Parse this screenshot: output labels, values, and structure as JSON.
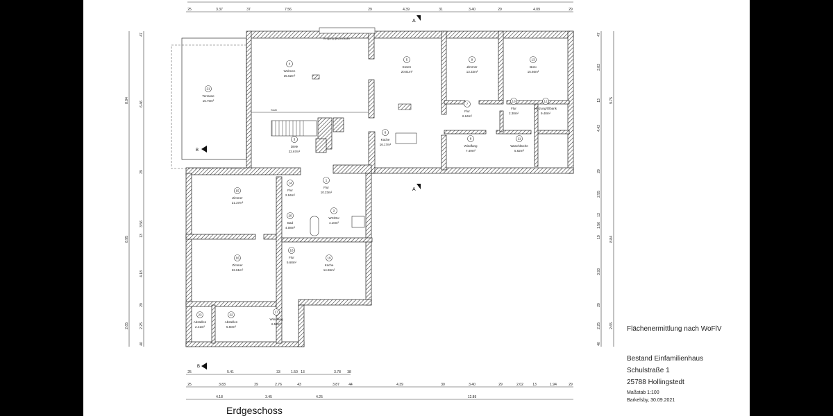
{
  "plan": {
    "floor_title": "Erdgeschoss",
    "entrance_note": "Eingang geschlossen",
    "step_label": "Stufe",
    "section_a": "A",
    "section_b": "B",
    "rooms": [
      {
        "no": "21",
        "name": "Terrasse",
        "area": "15.70m²"
      },
      {
        "no": "4",
        "name": "Wohnen",
        "area": "35.62m²"
      },
      {
        "no": "5",
        "name": "Essen",
        "area": "20.81m²"
      },
      {
        "no": "9",
        "name": "Zimmer",
        "area": "13.33m²"
      },
      {
        "no": "13",
        "name": "Büro",
        "area": "15.66m²"
      },
      {
        "no": "3",
        "name": "Diele",
        "area": "22.67m²"
      },
      {
        "no": "6",
        "name": "Küche",
        "area": "16.17m²"
      },
      {
        "no": "7",
        "name": "Flur",
        "area": "6.64m²"
      },
      {
        "no": "10",
        "name": "Flur",
        "area": "2.38m²"
      },
      {
        "no": "12",
        "name": "Heizung/Ölbank",
        "area": "9.48m²"
      },
      {
        "no": "8",
        "name": "Windfang",
        "area": "7.49m²"
      },
      {
        "no": "11",
        "name": "Waschküche",
        "area": "5.62m²"
      },
      {
        "no": "15",
        "name": "Zimmer",
        "area": "21.37m²"
      },
      {
        "no": "14",
        "name": "Flur",
        "area": "2.94m²"
      },
      {
        "no": "1",
        "name": "Flur",
        "area": "10.23m²"
      },
      {
        "no": "20",
        "name": "Bad",
        "area": "4.08m²"
      },
      {
        "no": "2",
        "name": "WC/DU",
        "area": "4.10m²"
      },
      {
        "no": "16",
        "name": "Zimmer",
        "area": "22.61m²"
      },
      {
        "no": "18",
        "name": "Flur",
        "area": "5.68m²"
      },
      {
        "no": "19",
        "name": "Küche",
        "area": "14.86m²"
      },
      {
        "no": "23",
        "name": "Abstellen",
        "area": "2.41m²"
      },
      {
        "no": "22",
        "name": "Abstellen",
        "area": "5.60m²"
      },
      {
        "no": "17",
        "name": "Windfang",
        "area": "6.56m²"
      }
    ]
  },
  "dimensions": {
    "top": [
      "25",
      "3.37",
      "37",
      "7.56",
      "29",
      "4.39",
      "31",
      "3.40",
      "29",
      "4.09",
      "29"
    ],
    "bottom_1": [
      "25",
      "5.41",
      "33",
      "1.50",
      "13",
      "3.78",
      "38"
    ],
    "bottom_2": [
      "25",
      "3.83",
      "29",
      "2.76",
      "43",
      "3.87",
      "44",
      "4.39",
      "30",
      "3.40",
      "29",
      "2.02",
      "13",
      "1.94",
      "29"
    ],
    "bottom_3": [
      "4.18",
      "3.45",
      "4.25",
      "12.89"
    ],
    "left_outer": [
      "8.94",
      "8.95",
      "2.65"
    ],
    "left_inner": [
      "47",
      "6.46",
      "29",
      "3.56",
      "13",
      "4.18",
      "29",
      "2.25",
      "40"
    ],
    "right_inner": [
      "47",
      "3.83",
      "13",
      "4.43",
      "29",
      "2.55",
      "13",
      "1.56",
      "19",
      "3.93",
      "29",
      "2.25",
      "40"
    ],
    "right_outer": [
      "9.75",
      "8.84",
      "2.65"
    ]
  },
  "title_block": {
    "heading": "Flächenermittlung nach WoFlV",
    "project": "Bestand Einfamilienhaus",
    "street": "Schulstraße 1",
    "city": "25788 Hollingstedt",
    "scale": "Maßstab 1:100",
    "place_date": "Barkelsby, 30.09.2021"
  }
}
